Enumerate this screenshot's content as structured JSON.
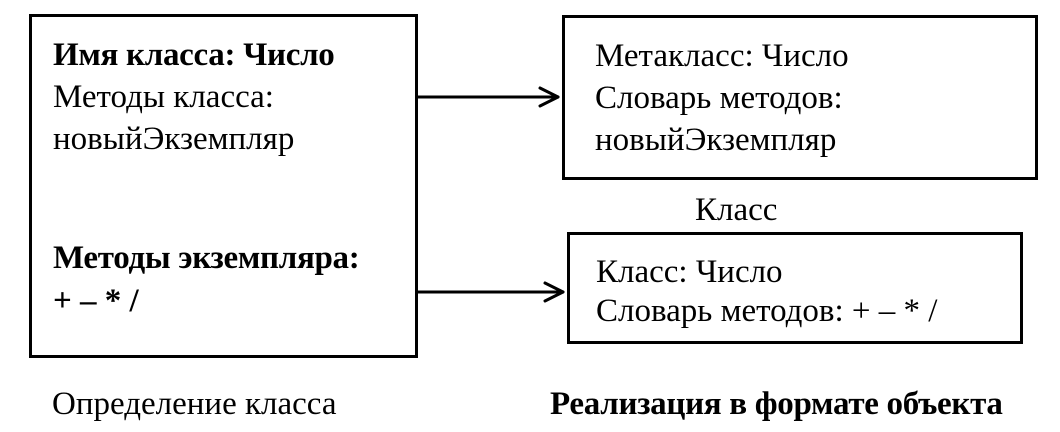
{
  "class_definition": {
    "class_name_line": "Имя класса: Число",
    "class_methods_label": "Методы класса:",
    "class_methods_value": "новыйЭкземпляр",
    "instance_methods_label": "Методы экземпляра:",
    "instance_methods_value": "+ – * /"
  },
  "metaclass_box": {
    "title_line": "Метакласс: Число",
    "dictionary_label": "Словарь методов:",
    "dictionary_value": "новыйЭкземпляр"
  },
  "class_label": "Класс",
  "instance_box": {
    "class_line": "Класс: Число",
    "dictionary_line": "Словарь методов: + – * /"
  },
  "captions": {
    "left": "Определение класса",
    "right": "Реализация в формате объекта"
  }
}
